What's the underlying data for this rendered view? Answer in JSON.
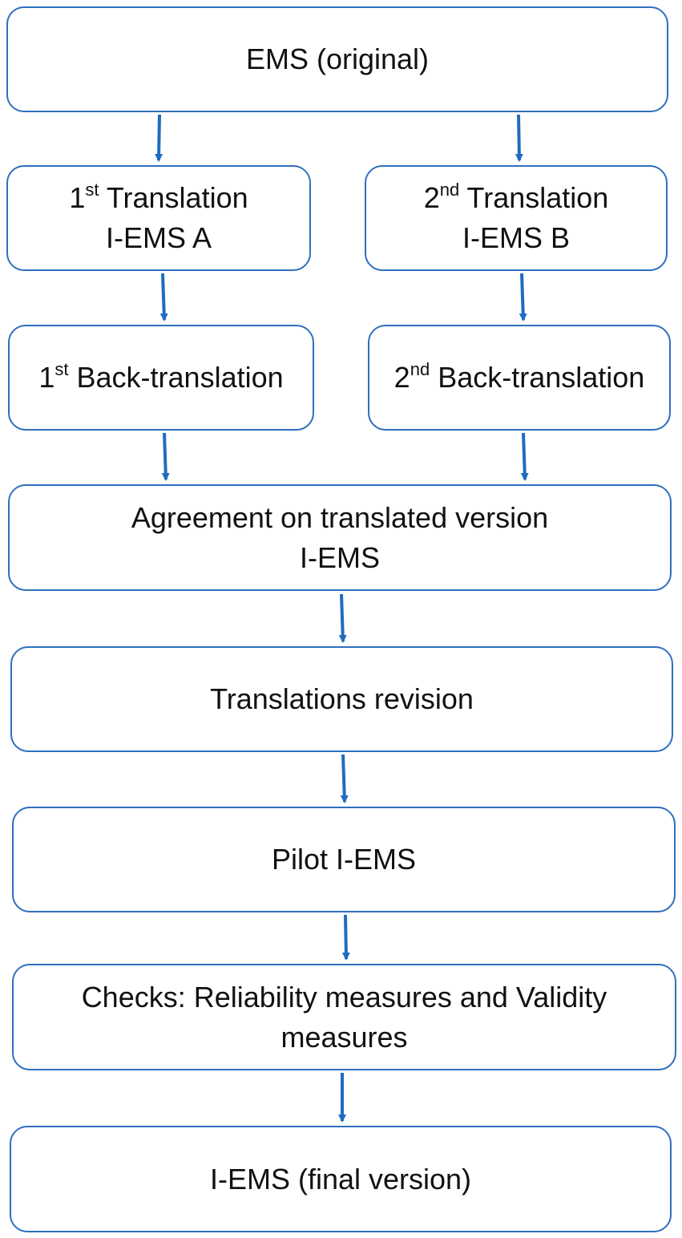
{
  "diagram": {
    "colors": {
      "border": "#2e6fbf",
      "arrow": "#1f6cc0",
      "text": "#111111",
      "background": "#ffffff"
    },
    "nodes": {
      "ems_original": {
        "text": "EMS (original)"
      },
      "translation_1": {
        "prefix": "1",
        "sup": "st",
        "rest": " Translation",
        "line2": "I-EMS A"
      },
      "translation_2": {
        "prefix": "2",
        "sup": "nd",
        "rest": " Translation",
        "line2": "I-EMS B"
      },
      "back_translation_1": {
        "prefix": "1",
        "sup": "st",
        "rest": " Back-translation"
      },
      "back_translation_2": {
        "prefix": "2",
        "sup": "nd",
        "rest": " Back-translation"
      },
      "agreement": {
        "line1": "Agreement on translated version",
        "line2": "I-EMS"
      },
      "revision": {
        "text": "Translations revision"
      },
      "pilot": {
        "text": "Pilot I-EMS"
      },
      "checks": {
        "line1": "Checks: Reliability measures and Validity",
        "line2": "measures"
      },
      "final": {
        "text": "I-EMS (final version)"
      }
    },
    "edges": [
      {
        "from": "ems_original",
        "to": "translation_1"
      },
      {
        "from": "ems_original",
        "to": "translation_2"
      },
      {
        "from": "translation_1",
        "to": "back_translation_1"
      },
      {
        "from": "translation_2",
        "to": "back_translation_2"
      },
      {
        "from": "back_translation_1",
        "to": "agreement"
      },
      {
        "from": "back_translation_2",
        "to": "agreement"
      },
      {
        "from": "agreement",
        "to": "revision"
      },
      {
        "from": "revision",
        "to": "pilot"
      },
      {
        "from": "pilot",
        "to": "checks"
      },
      {
        "from": "checks",
        "to": "final"
      }
    ]
  }
}
